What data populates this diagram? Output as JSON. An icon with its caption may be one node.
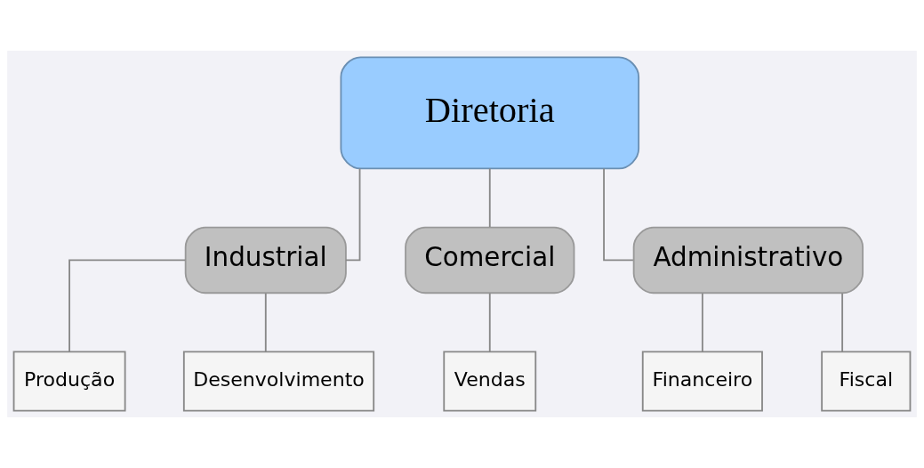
{
  "diagram": {
    "nodes": [
      {
        "text": [
          "Diretoria"
        ]
      },
      {
        "text": [
          "Industrial"
        ]
      },
      {
        "text": [
          "Comercial"
        ]
      },
      {
        "text": [
          "Administrativo"
        ]
      },
      {
        "text": [
          "Produção"
        ]
      },
      {
        "text": [
          "Desenvolvimento"
        ]
      },
      {
        "text": [
          "Vendas"
        ]
      },
      {
        "text": [
          "Financeiro"
        ]
      },
      {
        "text": [
          "Fiscal"
        ]
      }
    ],
    "edges": [
      {
        "from": 0,
        "to": 1,
        "arrow": "none"
      },
      {
        "from": 0,
        "to": 2,
        "arrow": "none"
      },
      {
        "from": 0,
        "to": 3,
        "arrow": "none"
      },
      {
        "from": 1,
        "to": 4,
        "arrow": "none"
      },
      {
        "from": 1,
        "to": 5,
        "arrow": "none"
      },
      {
        "from": 2,
        "to": 6,
        "arrow": "none"
      },
      {
        "from": 3,
        "to": 7,
        "arrow": "none"
      },
      {
        "from": 3,
        "to": 8,
        "arrow": "none"
      }
    ]
  }
}
